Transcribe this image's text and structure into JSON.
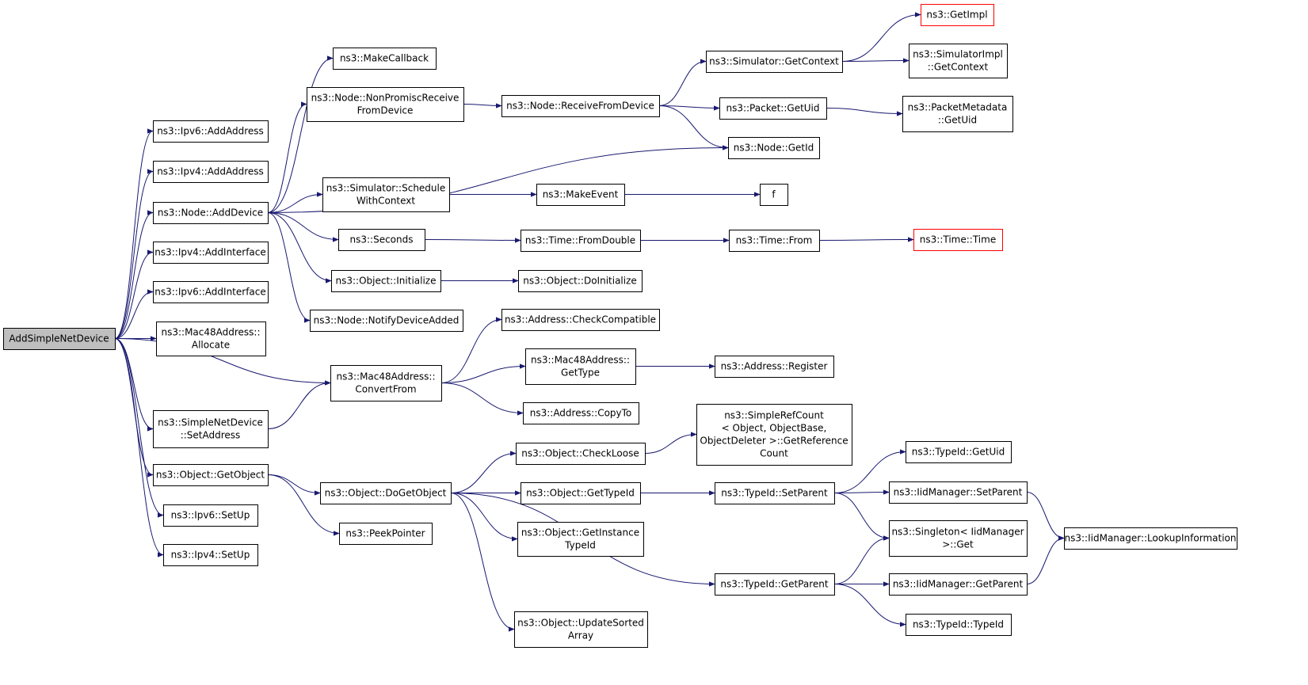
{
  "colors": {
    "edge": "#191970",
    "root_fill": "#bfbfbf",
    "highlight_border": "#ff0000"
  },
  "nodes": [
    {
      "id": "root",
      "lines": [
        "AddSimpleNetDevice"
      ],
      "style": "root"
    },
    {
      "id": "ipv6AddAddress",
      "lines": [
        "ns3::Ipv6::AddAddress"
      ]
    },
    {
      "id": "ipv4AddAddress",
      "lines": [
        "ns3::Ipv4::AddAddress"
      ]
    },
    {
      "id": "nodeAddDevice",
      "lines": [
        "ns3::Node::AddDevice"
      ]
    },
    {
      "id": "ipv4AddInterface",
      "lines": [
        "ns3::Ipv4::AddInterface"
      ]
    },
    {
      "id": "ipv6AddInterface",
      "lines": [
        "ns3::Ipv6::AddInterface"
      ]
    },
    {
      "id": "mac48Allocate",
      "lines": [
        "ns3::Mac48Address::",
        "Allocate"
      ]
    },
    {
      "id": "simpleSetAddress",
      "lines": [
        "ns3::SimpleNetDevice",
        "::SetAddress"
      ]
    },
    {
      "id": "objectGetObject",
      "lines": [
        "ns3::Object::GetObject"
      ]
    },
    {
      "id": "ipv6SetUp",
      "lines": [
        "ns3::Ipv6::SetUp"
      ]
    },
    {
      "id": "ipv4SetUp",
      "lines": [
        "ns3::Ipv4::SetUp"
      ]
    },
    {
      "id": "makeCallback",
      "lines": [
        "ns3::MakeCallback"
      ]
    },
    {
      "id": "nonPromisc",
      "lines": [
        "ns3::Node::NonPromiscReceive",
        "FromDevice"
      ]
    },
    {
      "id": "scheduleWithContext",
      "lines": [
        "ns3::Simulator::Schedule",
        "WithContext"
      ]
    },
    {
      "id": "seconds",
      "lines": [
        "ns3::Seconds"
      ]
    },
    {
      "id": "objectInitialize",
      "lines": [
        "ns3::Object::Initialize"
      ]
    },
    {
      "id": "notifyDeviceAdded",
      "lines": [
        "ns3::Node::NotifyDeviceAdded"
      ]
    },
    {
      "id": "mac48ConvertFrom",
      "lines": [
        "ns3::Mac48Address::",
        "ConvertFrom"
      ]
    },
    {
      "id": "objectDoGetObject",
      "lines": [
        "ns3::Object::DoGetObject"
      ]
    },
    {
      "id": "peekPointer",
      "lines": [
        "ns3::PeekPointer"
      ]
    },
    {
      "id": "receiveFromDevice",
      "lines": [
        "ns3::Node::ReceiveFromDevice"
      ]
    },
    {
      "id": "makeEvent",
      "lines": [
        "ns3::MakeEvent"
      ]
    },
    {
      "id": "timeFromDouble",
      "lines": [
        "ns3::Time::FromDouble"
      ]
    },
    {
      "id": "objectDoInitialize",
      "lines": [
        "ns3::Object::DoInitialize"
      ]
    },
    {
      "id": "addressCheckCompatible",
      "lines": [
        "ns3::Address::CheckCompatible"
      ]
    },
    {
      "id": "mac48GetType",
      "lines": [
        "ns3::Mac48Address::",
        "GetType"
      ]
    },
    {
      "id": "addressCopyTo",
      "lines": [
        "ns3::Address::CopyTo"
      ]
    },
    {
      "id": "objectCheckLoose",
      "lines": [
        "ns3::Object::CheckLoose"
      ]
    },
    {
      "id": "objectGetTypeId",
      "lines": [
        "ns3::Object::GetTypeId"
      ]
    },
    {
      "id": "objectGetInstanceTypeId",
      "lines": [
        "ns3::Object::GetInstance",
        "TypeId"
      ]
    },
    {
      "id": "objectUpdateSortedArray",
      "lines": [
        "ns3::Object::UpdateSorted",
        "Array"
      ]
    },
    {
      "id": "simulatorGetContext",
      "lines": [
        "ns3::Simulator::GetContext"
      ]
    },
    {
      "id": "packetGetUid",
      "lines": [
        "ns3::Packet::GetUid"
      ]
    },
    {
      "id": "nodeGetId",
      "lines": [
        "ns3::Node::GetId"
      ]
    },
    {
      "id": "f",
      "lines": [
        "f"
      ]
    },
    {
      "id": "timeFrom",
      "lines": [
        "ns3::Time::From"
      ]
    },
    {
      "id": "addressRegister",
      "lines": [
        "ns3::Address::Register"
      ]
    },
    {
      "id": "simpleRefCount",
      "lines": [
        "ns3::SimpleRefCount",
        "< Object, ObjectBase,",
        "ObjectDeleter >::GetReference",
        "Count"
      ]
    },
    {
      "id": "typeIdSetParent",
      "lines": [
        "ns3::TypeId::SetParent"
      ]
    },
    {
      "id": "typeIdGetParent",
      "lines": [
        "ns3::TypeId::GetParent"
      ]
    },
    {
      "id": "getImpl",
      "lines": [
        "ns3::GetImpl"
      ],
      "style": "red"
    },
    {
      "id": "simulatorImplGetContext",
      "lines": [
        "ns3::SimulatorImpl",
        "::GetContext"
      ]
    },
    {
      "id": "packetMetadataGetUid",
      "lines": [
        "ns3::PacketMetadata",
        "::GetUid"
      ]
    },
    {
      "id": "timeTime",
      "lines": [
        "ns3::Time::Time"
      ],
      "style": "red"
    },
    {
      "id": "typeIdGetUid",
      "lines": [
        "ns3::TypeId::GetUid"
      ]
    },
    {
      "id": "iidSetParent",
      "lines": [
        "ns3::IidManager::SetParent"
      ]
    },
    {
      "id": "singletonGet",
      "lines": [
        "ns3::Singleton< IidManager",
        ">::Get"
      ]
    },
    {
      "id": "iidGetParent",
      "lines": [
        "ns3::IidManager::GetParent"
      ]
    },
    {
      "id": "typeIdTypeId",
      "lines": [
        "ns3::TypeId::TypeId"
      ]
    },
    {
      "id": "iidLookupInformation",
      "lines": [
        "ns3::IidManager::LookupInformation"
      ]
    }
  ],
  "edges": [
    [
      "root",
      "ipv6AddAddress"
    ],
    [
      "root",
      "ipv4AddAddress"
    ],
    [
      "root",
      "nodeAddDevice"
    ],
    [
      "root",
      "ipv4AddInterface"
    ],
    [
      "root",
      "ipv6AddInterface"
    ],
    [
      "root",
      "mac48Allocate"
    ],
    [
      "root",
      "mac48ConvertFrom"
    ],
    [
      "root",
      "simpleSetAddress"
    ],
    [
      "root",
      "objectGetObject"
    ],
    [
      "root",
      "ipv6SetUp"
    ],
    [
      "root",
      "ipv4SetUp"
    ],
    [
      "nodeAddDevice",
      "makeCallback"
    ],
    [
      "nodeAddDevice",
      "nonPromisc"
    ],
    [
      "nodeAddDevice",
      "nodeGetId"
    ],
    [
      "nodeAddDevice",
      "scheduleWithContext"
    ],
    [
      "nodeAddDevice",
      "seconds"
    ],
    [
      "nodeAddDevice",
      "objectInitialize"
    ],
    [
      "nodeAddDevice",
      "notifyDeviceAdded"
    ],
    [
      "nonPromisc",
      "receiveFromDevice"
    ],
    [
      "receiveFromDevice",
      "simulatorGetContext"
    ],
    [
      "receiveFromDevice",
      "packetGetUid"
    ],
    [
      "receiveFromDevice",
      "nodeGetId"
    ],
    [
      "simulatorGetContext",
      "getImpl"
    ],
    [
      "simulatorGetContext",
      "simulatorImplGetContext"
    ],
    [
      "packetGetUid",
      "packetMetadataGetUid"
    ],
    [
      "scheduleWithContext",
      "makeEvent"
    ],
    [
      "makeEvent",
      "f"
    ],
    [
      "seconds",
      "timeFromDouble"
    ],
    [
      "timeFromDouble",
      "timeFrom"
    ],
    [
      "timeFrom",
      "timeTime"
    ],
    [
      "objectInitialize",
      "objectDoInitialize"
    ],
    [
      "simpleSetAddress",
      "mac48ConvertFrom"
    ],
    [
      "mac48ConvertFrom",
      "addressCheckCompatible"
    ],
    [
      "mac48ConvertFrom",
      "mac48GetType"
    ],
    [
      "mac48ConvertFrom",
      "addressCopyTo"
    ],
    [
      "mac48GetType",
      "addressRegister"
    ],
    [
      "objectGetObject",
      "objectDoGetObject"
    ],
    [
      "objectGetObject",
      "peekPointer"
    ],
    [
      "objectDoGetObject",
      "objectCheckLoose"
    ],
    [
      "objectDoGetObject",
      "objectGetTypeId"
    ],
    [
      "objectDoGetObject",
      "objectGetInstanceTypeId"
    ],
    [
      "objectDoGetObject",
      "typeIdGetParent"
    ],
    [
      "objectDoGetObject",
      "objectUpdateSortedArray"
    ],
    [
      "objectCheckLoose",
      "simpleRefCount"
    ],
    [
      "objectGetTypeId",
      "typeIdSetParent"
    ],
    [
      "typeIdSetParent",
      "typeIdGetUid"
    ],
    [
      "typeIdSetParent",
      "iidSetParent"
    ],
    [
      "typeIdSetParent",
      "singletonGet"
    ],
    [
      "typeIdGetParent",
      "singletonGet"
    ],
    [
      "typeIdGetParent",
      "iidGetParent"
    ],
    [
      "typeIdGetParent",
      "typeIdTypeId"
    ],
    [
      "iidSetParent",
      "iidLookupInformation"
    ],
    [
      "iidGetParent",
      "iidLookupInformation"
    ]
  ]
}
